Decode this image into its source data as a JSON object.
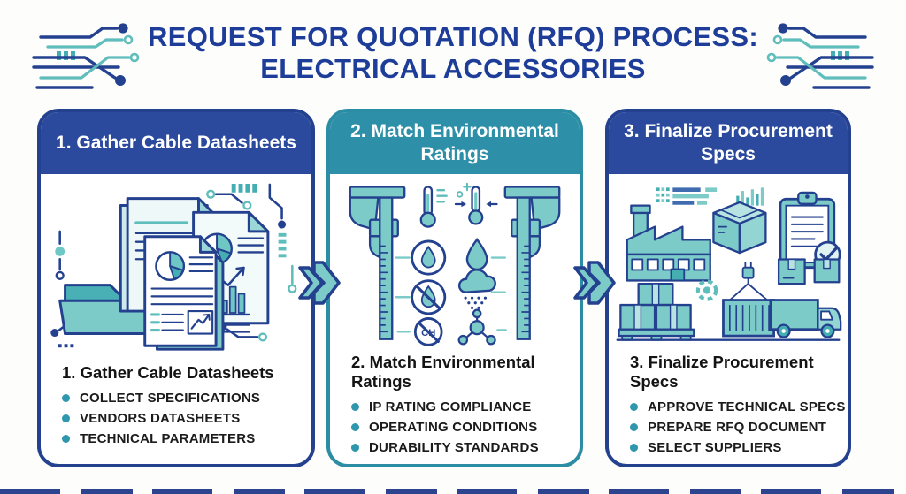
{
  "page": {
    "title_line1": "REQUEST FOR QUOTATION (RFQ) PROCESS:",
    "title_line2": "ELECTRICAL ACCESSORIES"
  },
  "colors": {
    "title_navy": "#1d3d99",
    "header_blue": "#2b4a9e",
    "header_teal": "#2e8fa8",
    "panel_border_navy": "#24418f",
    "panel_border_teal": "#2b8da4",
    "icon_teal": "#7ccbc9",
    "icon_teal_dark": "#45aeb2",
    "bullet_teal": "#2e97ad",
    "body_text": "#1b1b1b"
  },
  "decorations": {
    "corner_left": "circuit-board-traces",
    "corner_right": "circuit-board-traces-mirrored",
    "arrow_style": "double-chevron-right"
  },
  "steps": [
    {
      "header": "1. Gather Cable Datasheets",
      "heading": "1. Gather Cable Datasheets",
      "bullets": [
        "COLLECT SPECIFICATIONS",
        "VENDORS DATASHEETS",
        "TECHNICAL PARAMETERS"
      ],
      "icons": [
        "folder-icon",
        "document-stack-icon",
        "pie-chart-icon",
        "bar-chart-icon",
        "line-graph-icon",
        "circuit-trace-icon"
      ]
    },
    {
      "header": "2. Match Environmental Ratings",
      "heading": "2. Match Environmental Ratings",
      "bullets": [
        "IP RATING COMPLIANCE",
        "OPERATING CONDITIONS",
        "DURABILITY STANDARDS"
      ],
      "icons": [
        "vernier-caliper-icon",
        "thermometer-icon",
        "temperature-range-icon",
        "waterproof-icon",
        "no-water-icon",
        "no-chemicals-icon",
        "water-drop-icon",
        "cloud-snow-icon",
        "molecule-icon"
      ],
      "no_chemicals_label": "CH"
    },
    {
      "header": "3. Finalize Procurement Specs",
      "heading": "3. Finalize Procurement Specs",
      "bullets": [
        "APPROVE TECHNICAL SPECS",
        "PREPARE RFQ DOCUMENT",
        "SELECT SUPPLIERS"
      ],
      "icons": [
        "factory-icon",
        "shipping-box-icon",
        "clipboard-check-icon",
        "pallet-boxes-icon",
        "gear-icon",
        "crane-container-icon",
        "cargo-box-icon",
        "delivery-truck-icon",
        "data-rows-icon",
        "bar-chart-icon"
      ]
    }
  ]
}
